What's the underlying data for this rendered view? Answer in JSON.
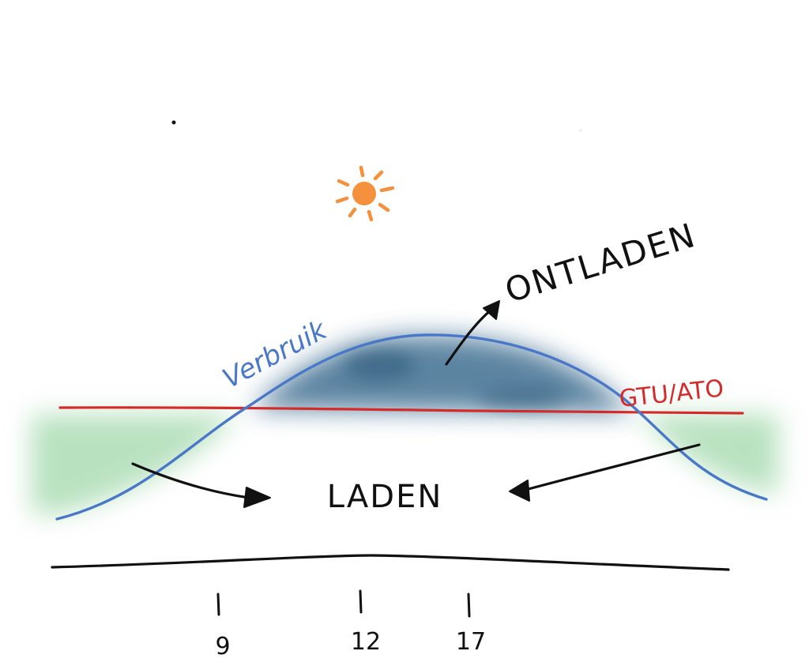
{
  "labels": {
    "verbruik": "Verbruik",
    "gtu_ato": "GTU/ATO",
    "ontladen": "ONTLADEN",
    "laden": "LADEN"
  },
  "time_axis": {
    "ticks": [
      "9",
      "12",
      "17"
    ]
  },
  "icons": {
    "sun": "sun-icon",
    "arrow": "arrow-icon"
  },
  "colors": {
    "consumption_line": "#4a78c8",
    "threshold_line": "#d42a2a",
    "discharge_area": "#2f6287",
    "charge_area": "#7fca8c",
    "sun": "#f5913c",
    "ink": "#111111"
  }
}
